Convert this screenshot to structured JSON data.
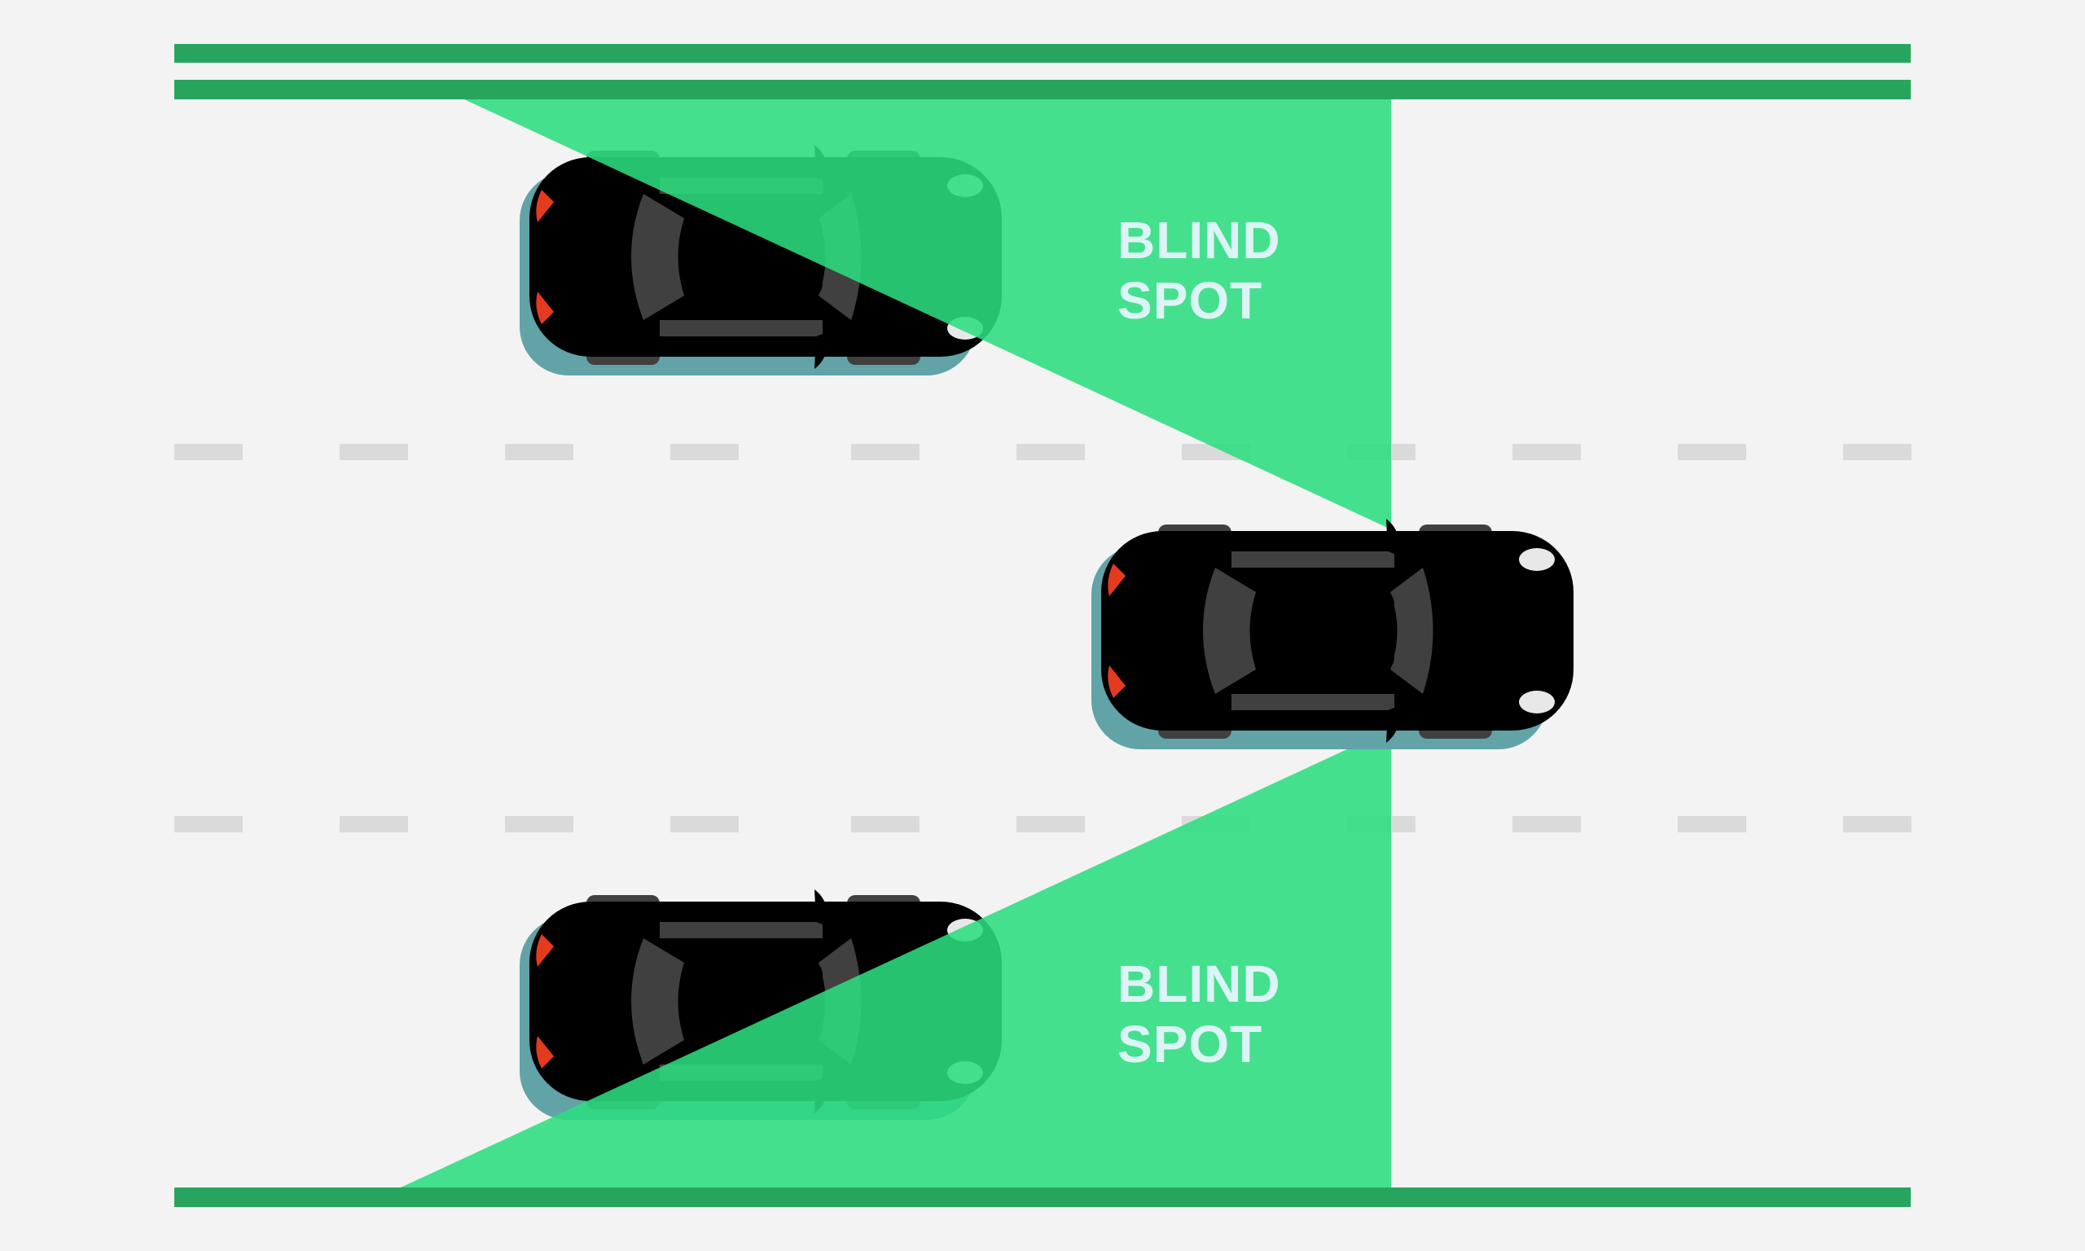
{
  "labels": {
    "upper_blind_spot": {
      "line1": "BLIND",
      "line2": "SPOT"
    },
    "lower_blind_spot": {
      "line1": "BLIND",
      "line2": "SPOT"
    }
  },
  "colors": {
    "background": "#f3f3f3",
    "road_edge_line": "#27a55e",
    "blind_spot_zone": "#2bdd80",
    "lane_dash": "#dadada",
    "blue_car": "#38a8f8",
    "red_car": "#f4492c",
    "yellow_car": "#fdcc0d",
    "car_shadow": "#62a3a8",
    "window": "#404040"
  },
  "scene": {
    "cars": [
      {
        "name": "blue-car",
        "lane": "top",
        "position": "behind-left"
      },
      {
        "name": "red-car",
        "lane": "middle",
        "position": "ego-vehicle"
      },
      {
        "name": "yellow-car",
        "lane": "bottom",
        "position": "behind-left"
      }
    ]
  }
}
